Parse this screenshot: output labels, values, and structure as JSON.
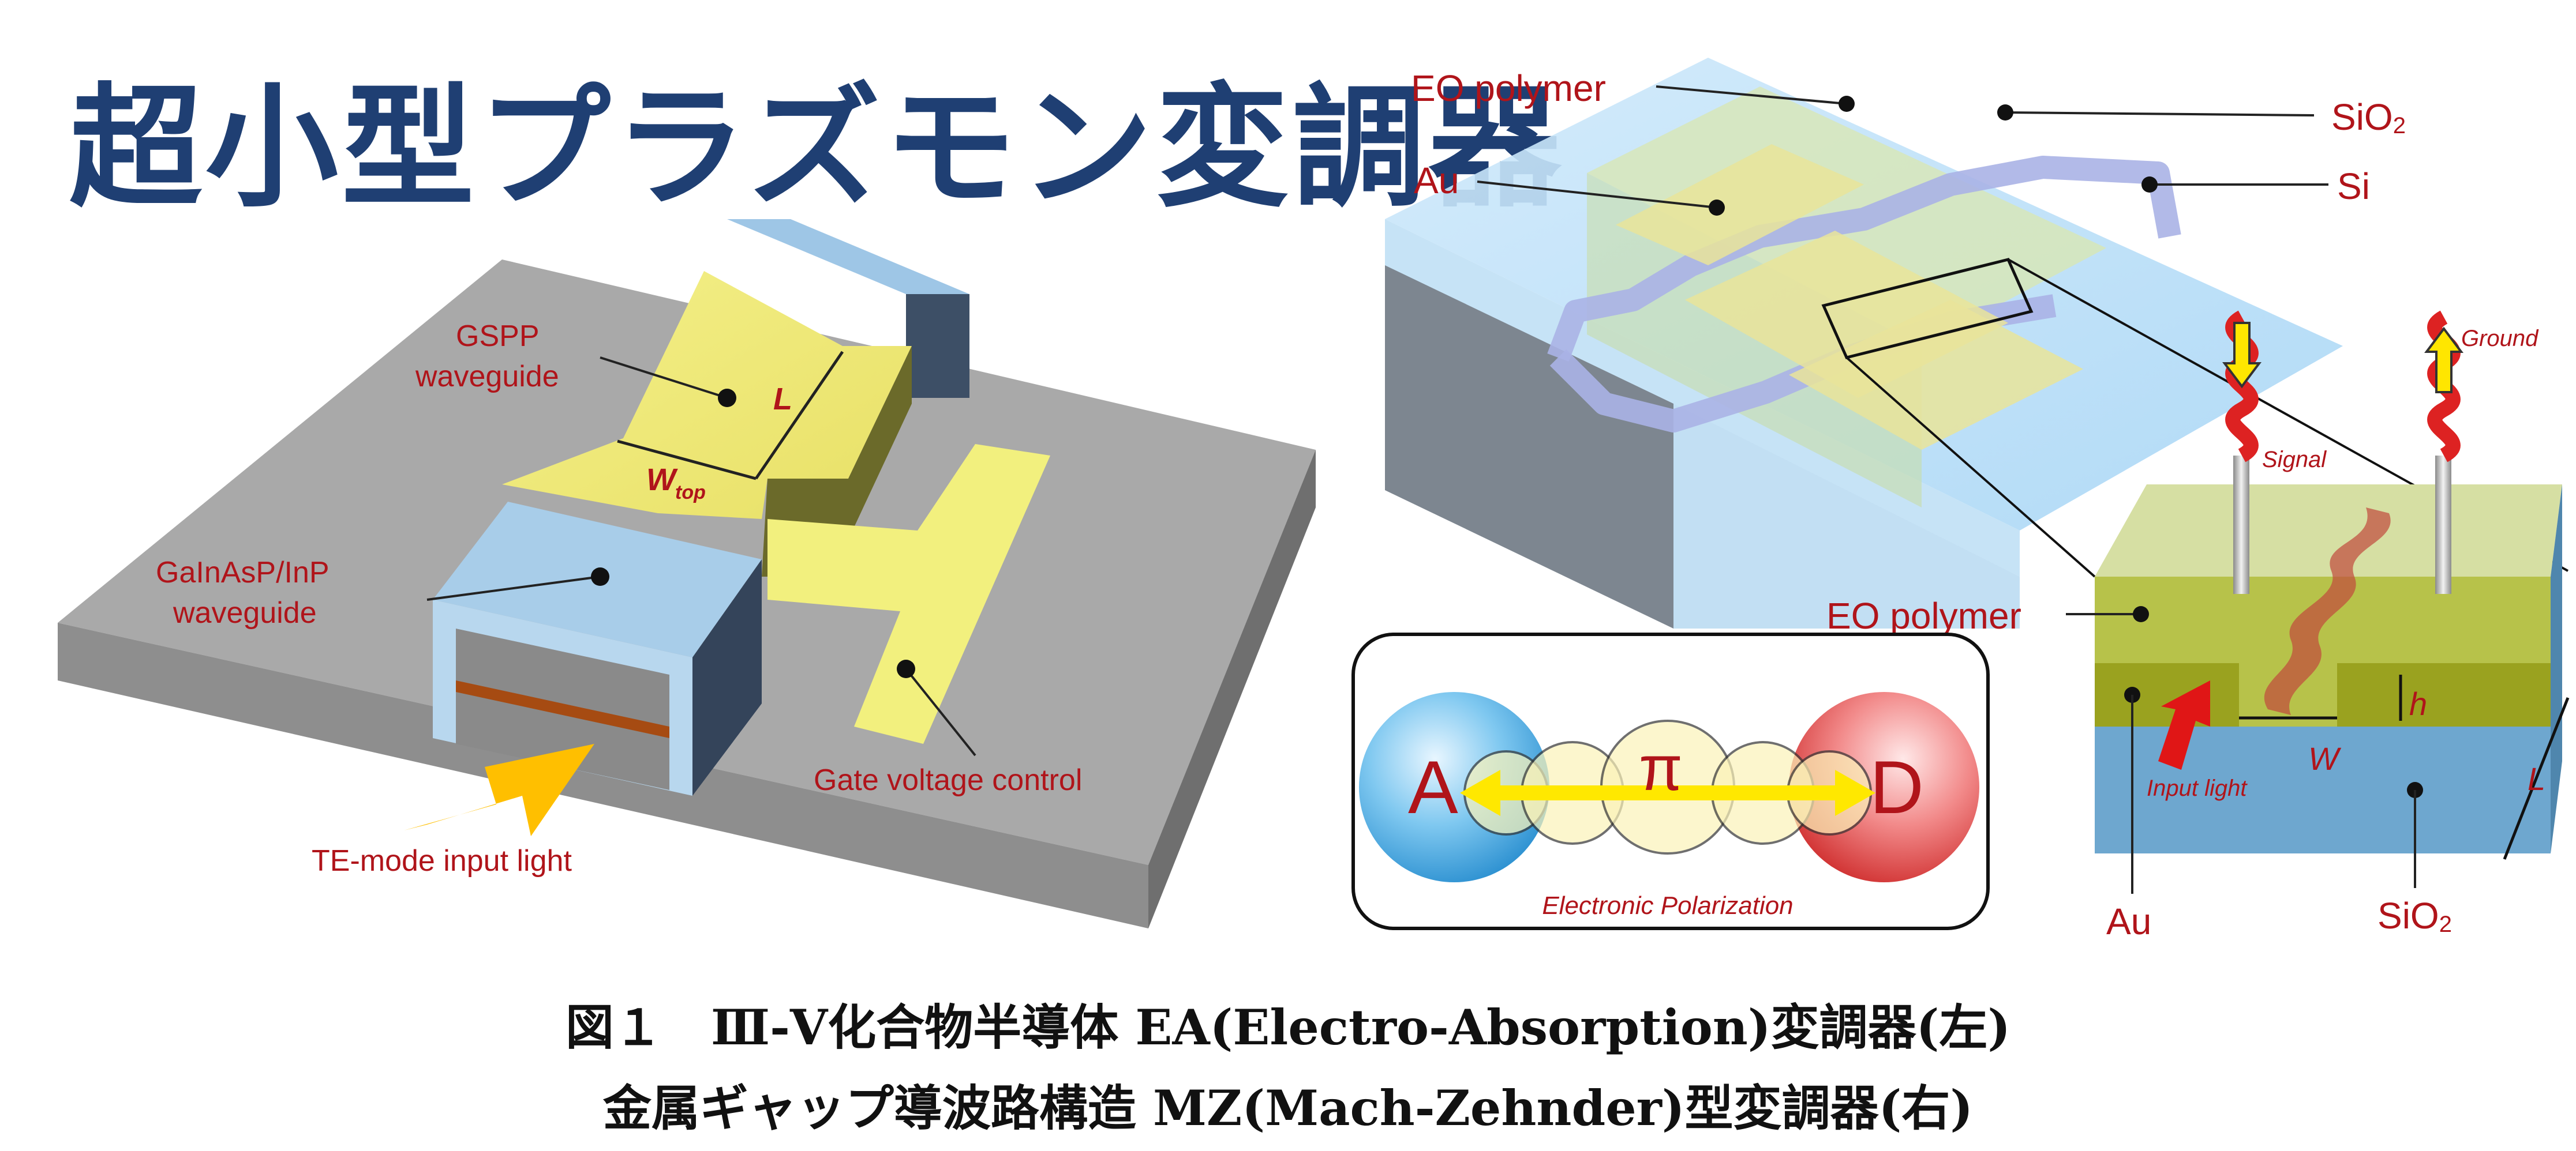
{
  "title": "超小型プラズモン変調器",
  "left_labels": {
    "gspp": [
      "GSPP",
      "waveguide"
    ],
    "l": "L",
    "w_top": "W",
    "w_top_sub": "top",
    "galnasp": [
      "GaInAsP/InP",
      "waveguide"
    ],
    "gate": "Gate voltage control",
    "te": "TE-mode input light"
  },
  "right_labels": {
    "eo_polymer_top": "EO polymer",
    "au_top": "Au",
    "sio2_top": "SiO",
    "si": "Si",
    "ground": "Ground",
    "signal": "Signal",
    "eo_polymer_mid": "EO polymer",
    "h": "h",
    "w": "W",
    "l": "L",
    "input_light": "Input light",
    "au_bottom": "Au",
    "sio2_bottom": "SiO",
    "sub2": "2"
  },
  "inset": {
    "a": "A",
    "pi": "π",
    "d": "D",
    "caption": "Electronic Polarization"
  },
  "captions": {
    "line1": "図１　Ⅲ-Ⅴ化合物半導体 EA(Electro-Absorption)変調器(左)",
    "line2": "金属ギャップ導波路構造 MZ(Mach-Zehnder)型変調器(右)"
  }
}
